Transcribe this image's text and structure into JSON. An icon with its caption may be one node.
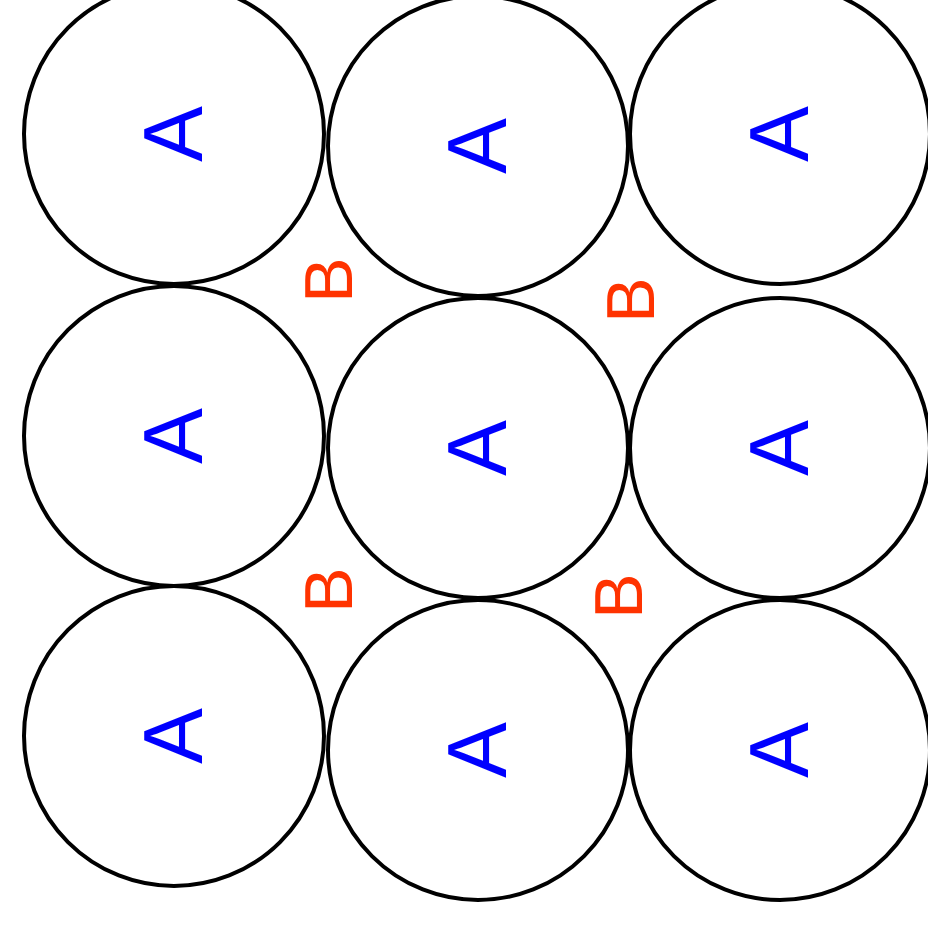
{
  "diagram": {
    "nodes": [
      {
        "text": [
          "A"
        ]
      },
      {
        "text": [
          "A"
        ]
      },
      {
        "text": [
          "A"
        ]
      },
      {
        "text": [
          "A"
        ]
      },
      {
        "text": [
          "A"
        ]
      },
      {
        "text": [
          "A"
        ]
      },
      {
        "text": [
          "A"
        ]
      },
      {
        "text": [
          "A"
        ]
      },
      {
        "text": [
          "A"
        ]
      }
    ],
    "labels": [
      "B",
      "B",
      "B",
      "B"
    ]
  }
}
